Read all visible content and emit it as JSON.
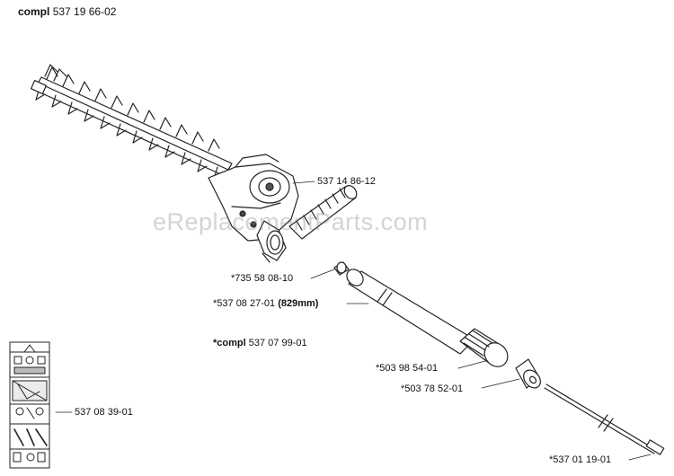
{
  "title": {
    "prefix": "compl",
    "number": "537 19 66-02"
  },
  "watermark": "eReplacementParts.com",
  "labels": {
    "gearbox": "537 14 86-12",
    "spacer": "*735 58 08-10",
    "tube_number": "*537 08 27-01",
    "tube_length": "(829mm)",
    "assembly_prefix": "*compl",
    "assembly_number": "537 07 99-01",
    "bearing": "*503 98 54-01",
    "sleeve": "*503 78 52-01",
    "decal": "537 08 39-01",
    "shaft": "*537 01 19-01"
  }
}
